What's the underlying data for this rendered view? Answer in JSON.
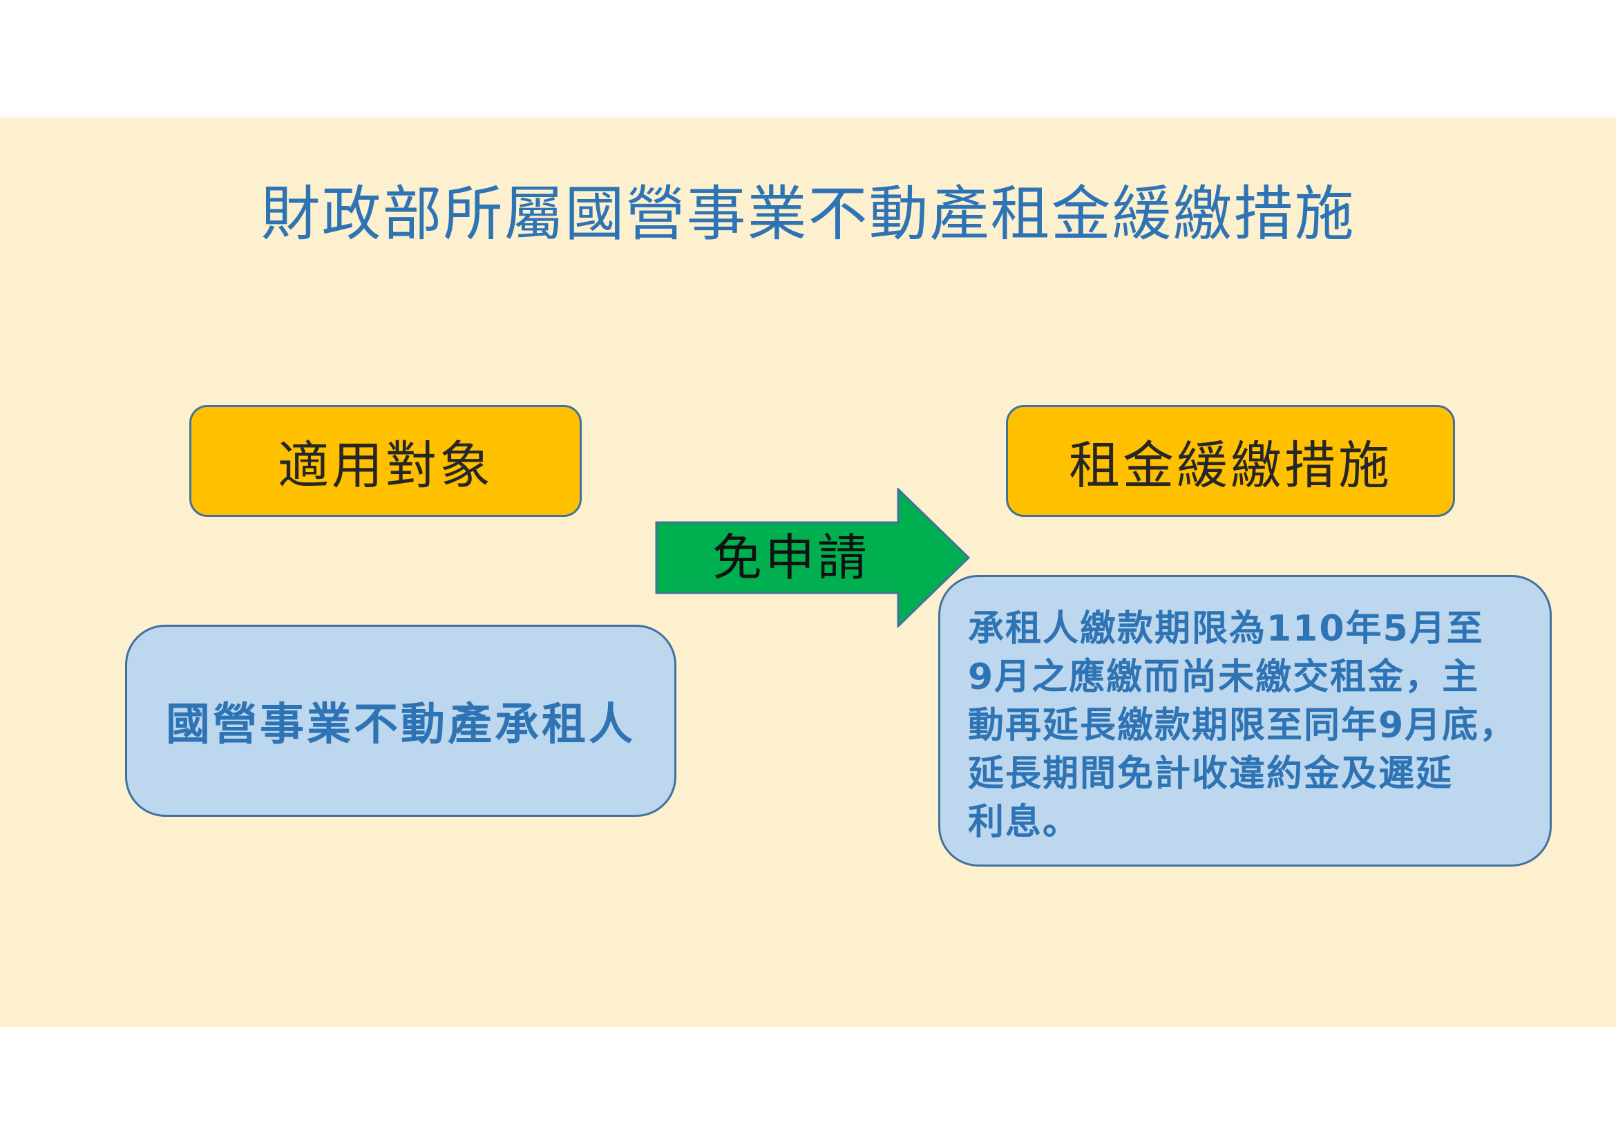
{
  "title": "財政部所屬國營事業不動產租金緩繳措施",
  "boxes": {
    "target_heading": "適用對象",
    "measure_heading": "租金緩繳措施",
    "tenant": "國營事業不動產承租人",
    "detail_lines": [
      "承租人繳款期限為110年5月至",
      "9月之應繳而尚未繳交租金，主",
      "動再延長繳款期限至同年9月底，",
      "延長期間免計收違約金及遲延",
      "利息。"
    ]
  },
  "arrow": {
    "label": "免申請"
  },
  "colors": {
    "background": "#fdf0cf",
    "title": "#2e74b5",
    "heading_box": "#ffc000",
    "content_box": "#bdd7ee",
    "border": "#41719c",
    "arrow": "#00b050"
  }
}
